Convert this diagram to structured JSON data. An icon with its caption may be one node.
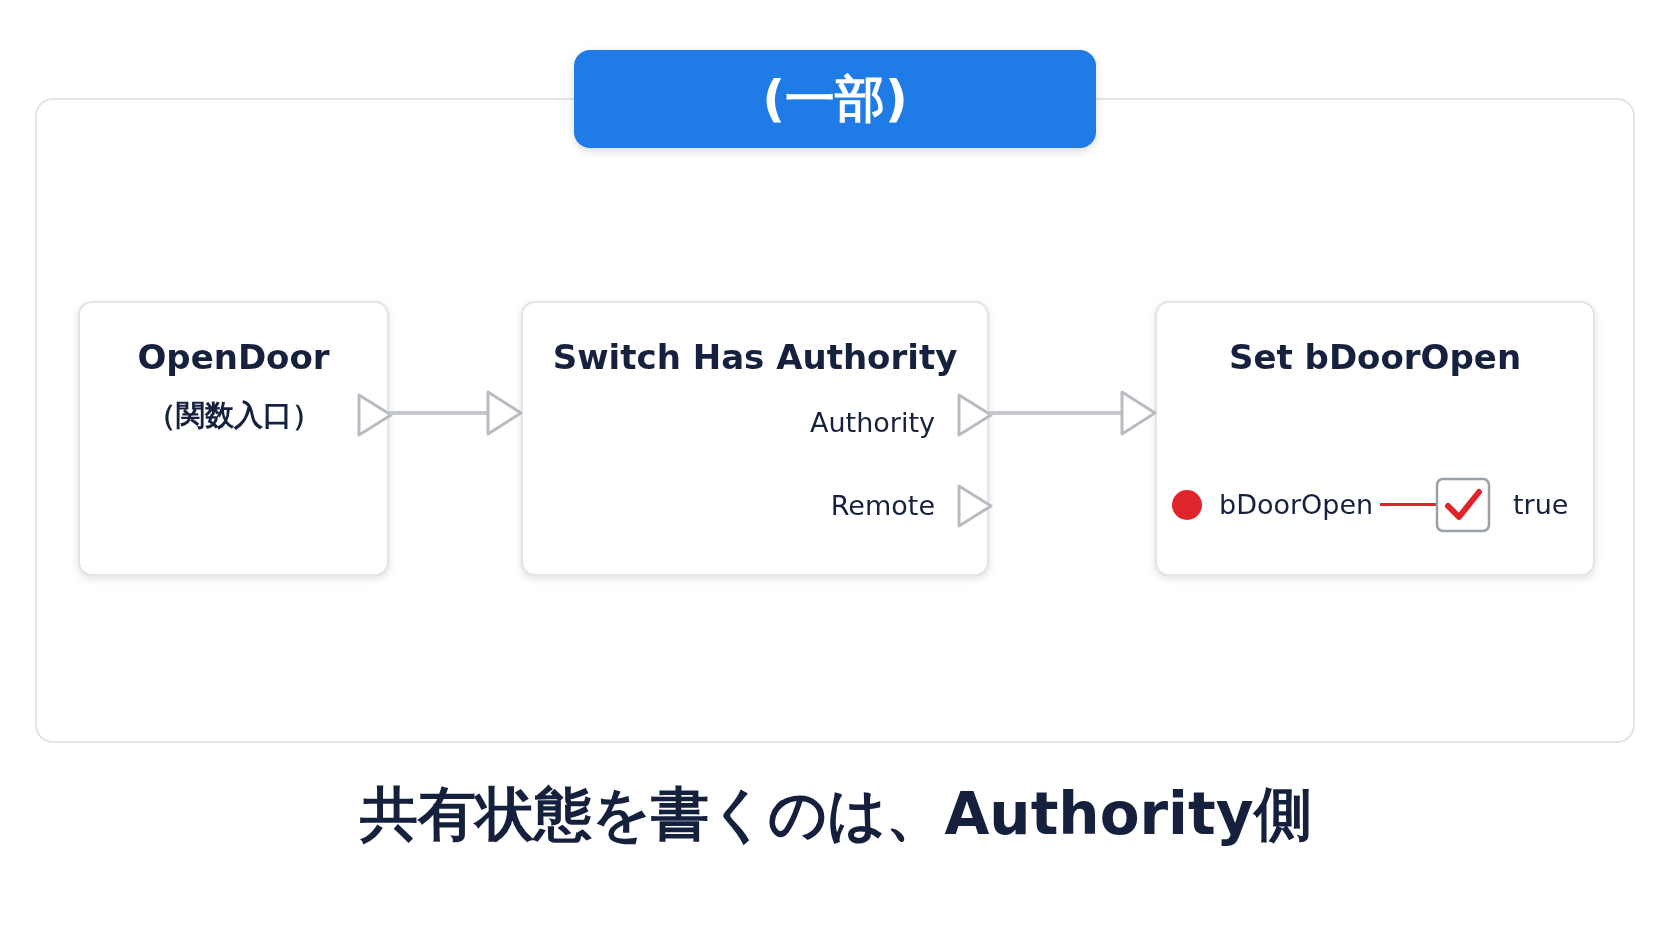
{
  "diagram": {
    "title": "(一部)",
    "caption": "共有状態を書くのは、Authority側",
    "nodes": [
      {
        "text": [],
        "shape": "box"
      },
      {
        "text": [
          "OpenDoor",
          "（関数入口）"
        ],
        "in": 0
      },
      {
        "text": [
          "Switch Has Authority",
          "Authority",
          "Remote"
        ],
        "in": 0
      },
      {
        "text": [
          "Set bDoorOpen",
          "bDoorOpen",
          "true"
        ],
        "in": 0
      }
    ],
    "edges": [
      {
        "from": 1,
        "to": 2,
        "arrow": "to"
      },
      {
        "from": 2,
        "to": 3,
        "arrow": "to"
      }
    ]
  }
}
